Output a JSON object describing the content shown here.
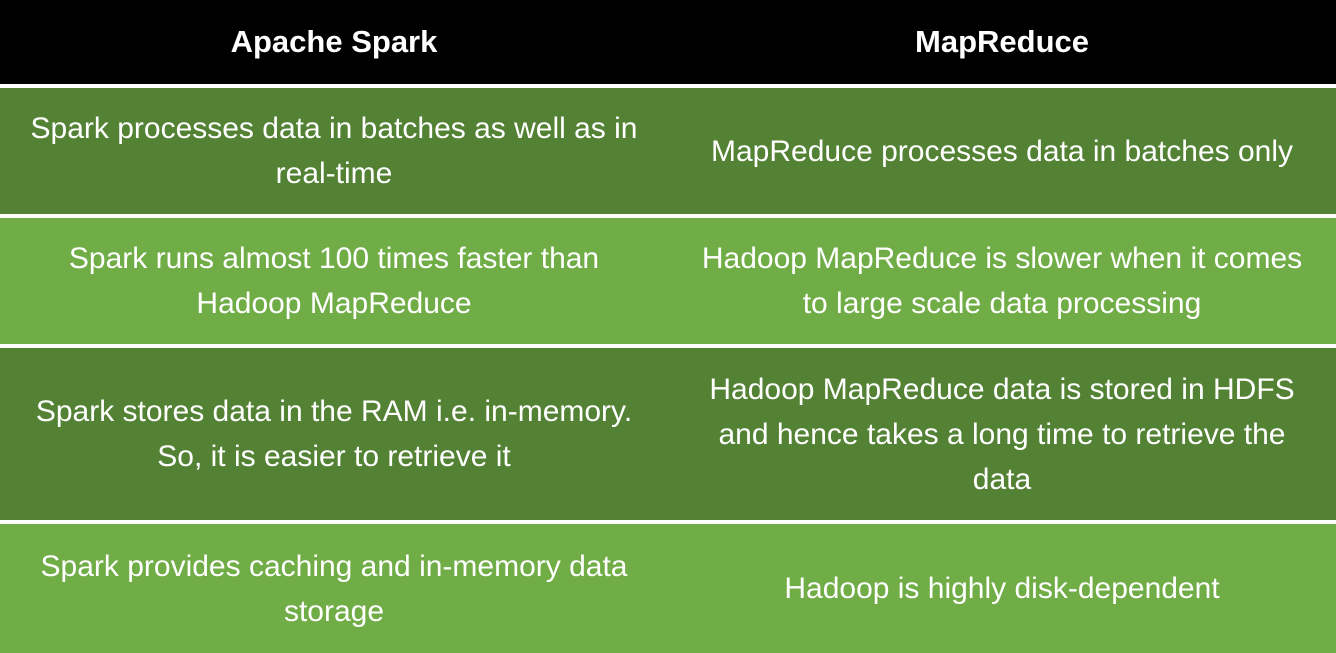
{
  "table": {
    "headers": [
      "Apache Spark",
      "MapReduce"
    ],
    "rows": [
      [
        "Spark processes data in batches as well as in real-time",
        "MapReduce processes data in batches only"
      ],
      [
        "Spark runs almost 100 times faster than Hadoop MapReduce",
        "Hadoop MapReduce is slower when it comes to large scale data processing"
      ],
      [
        "Spark stores data in the RAM i.e. in-memory. So, it is easier to retrieve it",
        "Hadoop MapReduce data is stored in HDFS and hence takes a long time to retrieve the data"
      ],
      [
        "Spark provides caching and in-memory data storage",
        "Hadoop is highly disk-dependent"
      ]
    ]
  },
  "colors": {
    "header_bg": "#000000",
    "row_dark": "#548235",
    "row_light": "#70AD47",
    "text": "#FFFFFF"
  }
}
